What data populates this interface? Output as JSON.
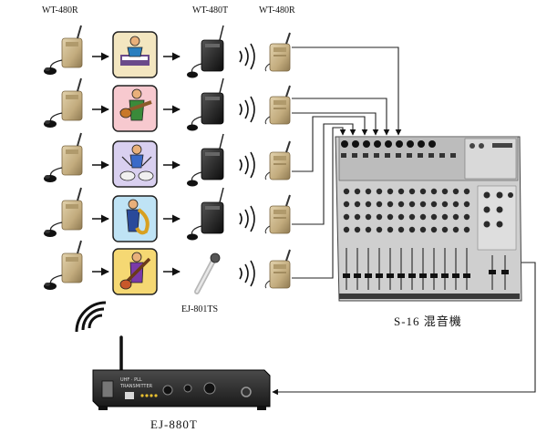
{
  "labels": {
    "top_receiver_left": "WT-480R",
    "top_transmitter": "WT-480T",
    "top_receiver_right": "WT-480R",
    "handheld_mic": "EJ-801TS",
    "mixer": "S-16 混音機",
    "base_transmitter": "EJ-880T"
  },
  "device_panel": {
    "brand_line1": "UHF · PLL",
    "brand_line2": "TRANSMITTER"
  },
  "colors": {
    "beige_body": "#c9b48a",
    "beige_dark": "#8f7a52",
    "mixer_panel": "#c7c7c7",
    "mixer_dark": "#3a3a3a",
    "device_body": "#2b2b2b",
    "line": "#222222"
  },
  "rows": [
    {
      "activity": "piano-player-icon"
    },
    {
      "activity": "guitar-player-icon"
    },
    {
      "activity": "drummer-icon"
    },
    {
      "activity": "saxophone-player-icon"
    },
    {
      "activity": "bass-player-icon"
    }
  ]
}
